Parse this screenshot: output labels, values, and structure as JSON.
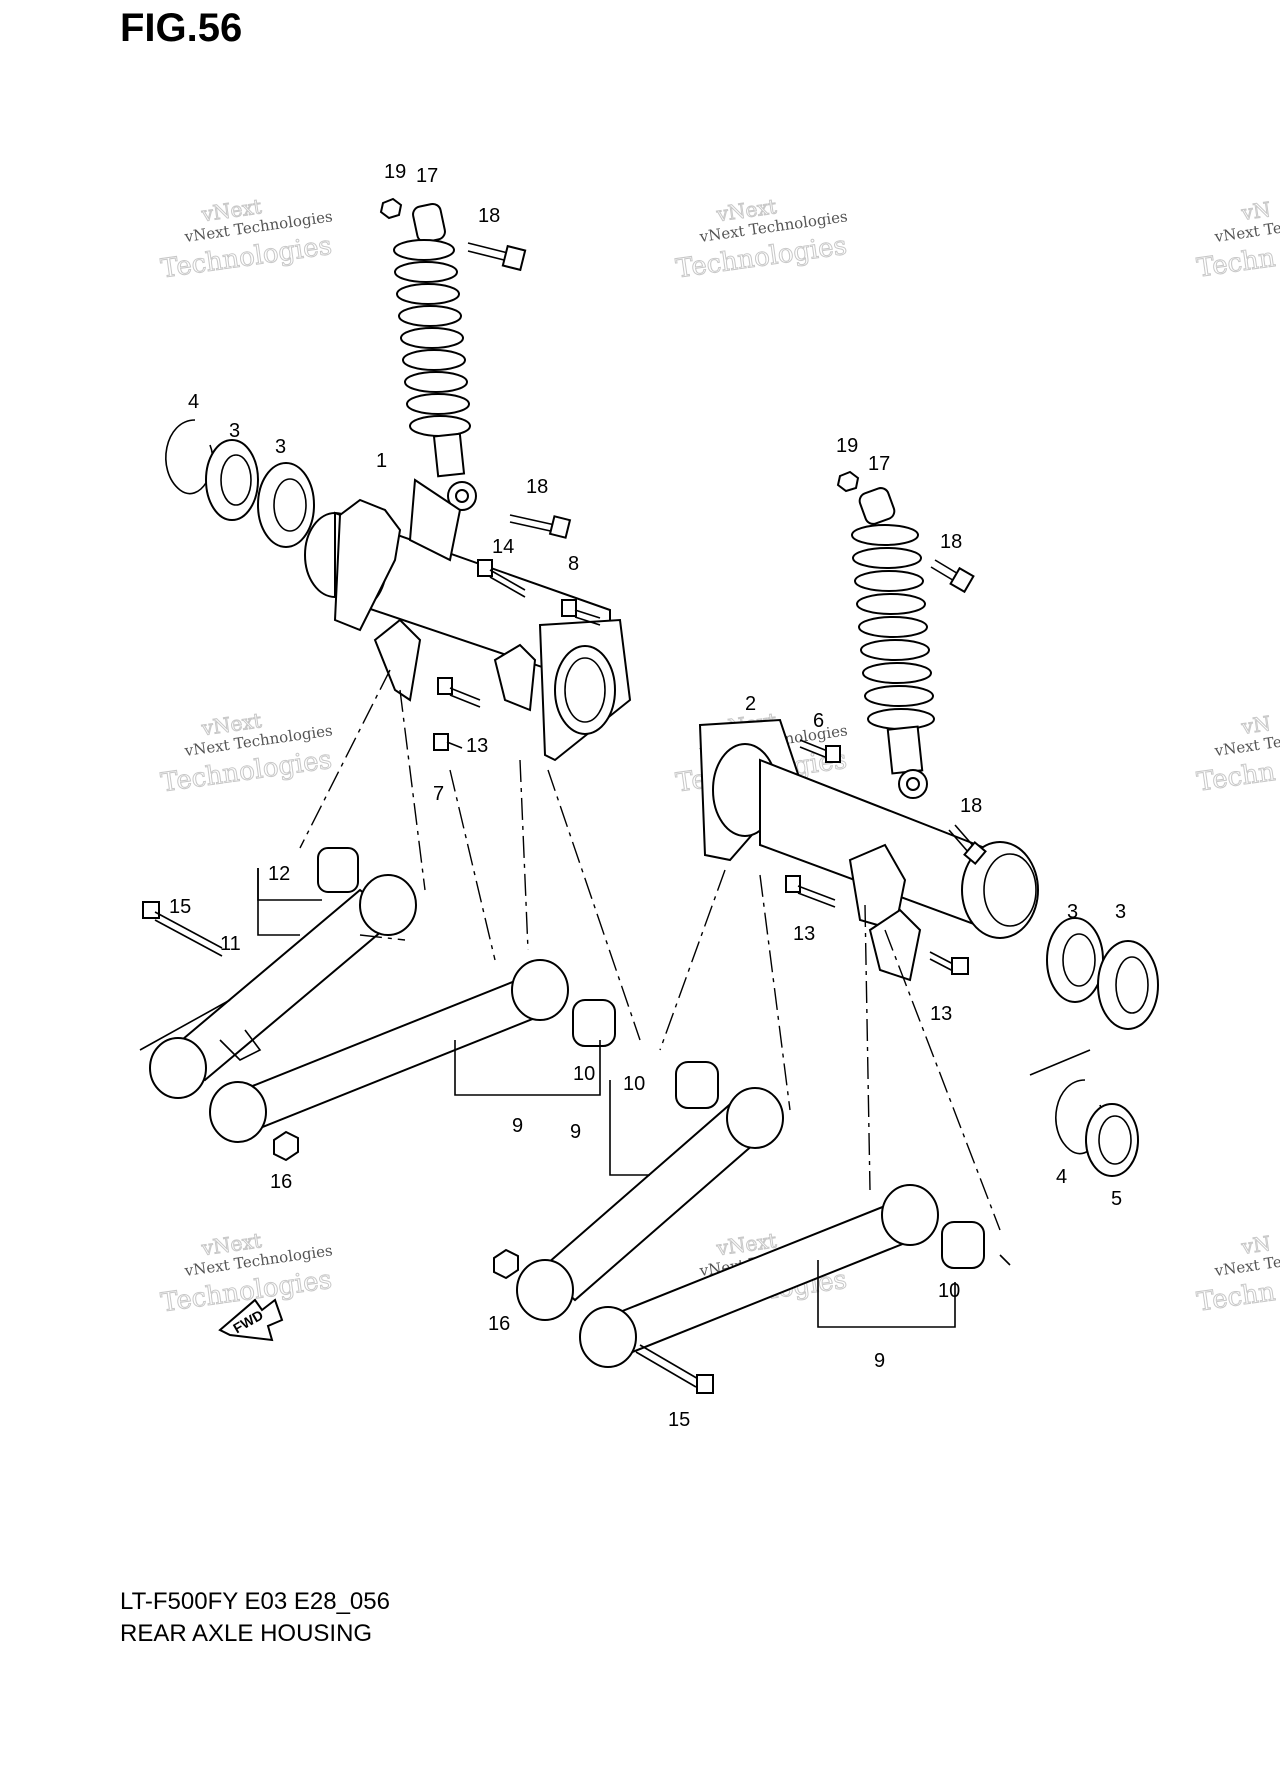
{
  "figure_title": "FIG.56",
  "model_code": "LT-F500FY E03 E28_056",
  "diagram_title": "REAR AXLE HOUSING",
  "watermark": {
    "line1": "vNext Technologies",
    "line2": "vNext",
    "line3": "Technologies",
    "partial_line1": "vNext Te",
    "partial_line2": "Techn",
    "partial_line3": "vN"
  },
  "fwd_label": "FWD",
  "callouts": {
    "c1": "1",
    "c2": "2",
    "c3a": "3",
    "c3b": "3",
    "c3c": "3",
    "c3d": "3",
    "c4a": "4",
    "c4b": "4",
    "c5": "5",
    "c6": "6",
    "c7": "7",
    "c8": "8",
    "c9a": "9",
    "c9b": "9",
    "c9c": "9",
    "c10a": "10",
    "c10b": "10",
    "c10c": "10",
    "c11": "11",
    "c12": "12",
    "c13a": "13",
    "c13b": "13",
    "c13c": "13",
    "c14": "14",
    "c15a": "15",
    "c15b": "15",
    "c16a": "16",
    "c16b": "16",
    "c17a": "17",
    "c17b": "17",
    "c18a": "18",
    "c18b": "18",
    "c18c": "18",
    "c18d": "18",
    "c19a": "19",
    "c19b": "19"
  }
}
